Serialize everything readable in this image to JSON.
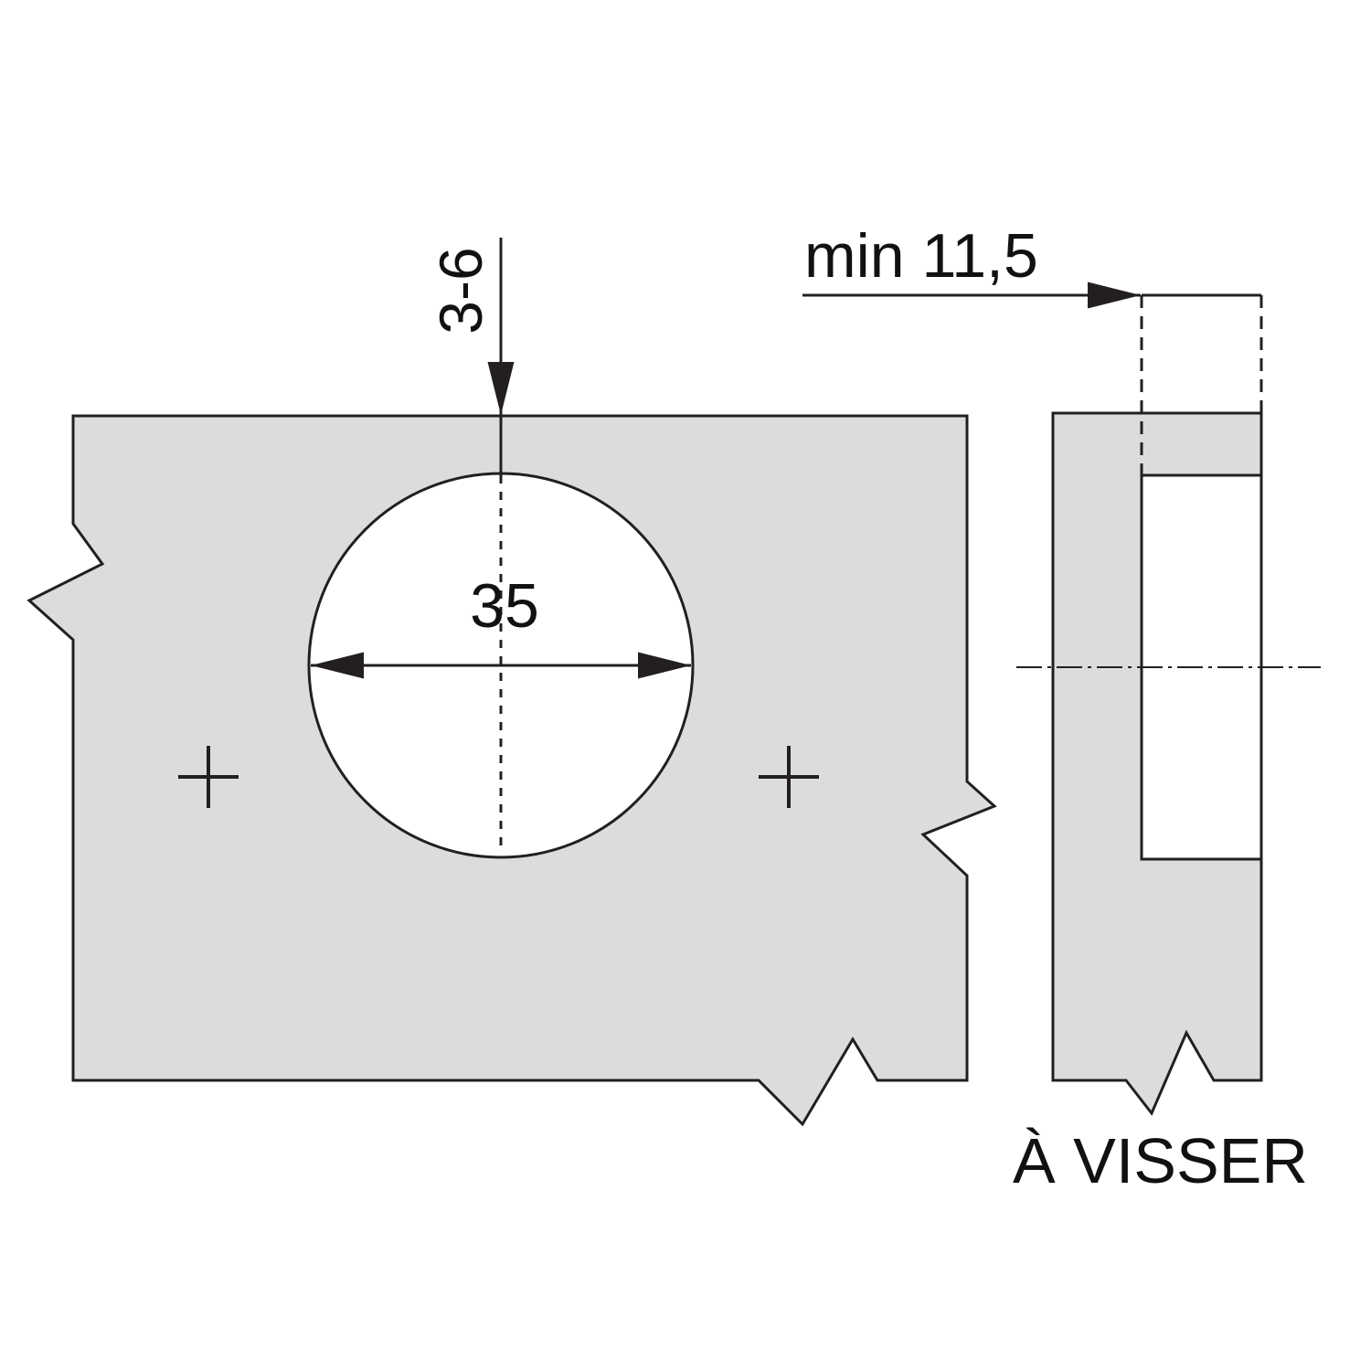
{
  "labels": {
    "offset": "3-6",
    "diameter": "35",
    "min_depth": "min 11,5",
    "mount_type": "À VISSER"
  },
  "colors": {
    "panel_fill": "#dcdcdc",
    "line": "#231f20",
    "hole_fill": "#ffffff",
    "background": "#ffffff"
  }
}
